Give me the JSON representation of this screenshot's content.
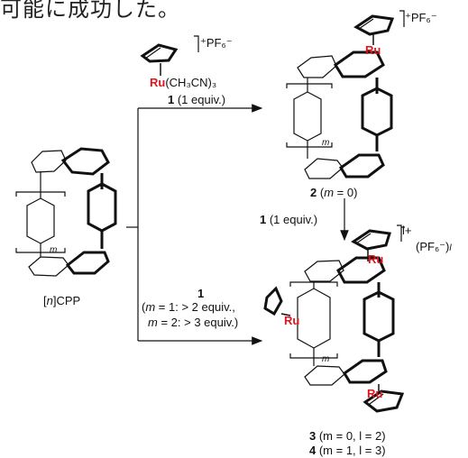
{
  "header_text": "可能に成功した。",
  "reagent": {
    "charge": "⁺PF₆⁻",
    "ru": "Ru",
    "ligand": "(CH₃CN)₃"
  },
  "arrows": {
    "step_top": {
      "num": "1",
      "text": " (1 equiv.)"
    },
    "step_down": {
      "num": "1",
      "text": " (1 equiv.)"
    },
    "step_bottom": {
      "num": "1",
      "line2_pre": "(",
      "line2_m": "m",
      "line2_post": " = 1: > 2 equiv.,",
      "line3_m": "m",
      "line3_post": " = 2: > 3 equiv.)"
    }
  },
  "compounds": {
    "start": {
      "label_pre": "[",
      "label_n": "n",
      "label_post": "]CPP",
      "sub_m": "m"
    },
    "c2": {
      "num": "2",
      "cond_pre": " (",
      "cond_m": "m",
      "cond_post": " = 0)",
      "ru": "Ru",
      "charge": "⁺PF₆⁻",
      "sub_m": "m"
    },
    "c34": {
      "ru_top": "Ru",
      "ru_mid": "Ru",
      "ru_bot": "Ru",
      "charge": "l+",
      "counter": "(PF₆⁻)",
      "counter_sub": "l",
      "sub_m": "m",
      "c3_num": "3",
      "c3_cond": " (m = 0, l = 2)",
      "c4_num": "4",
      "c4_cond": " (m = 1, l = 3)"
    }
  },
  "colors": {
    "ru": "#e0151b",
    "ink": "#111111"
  }
}
